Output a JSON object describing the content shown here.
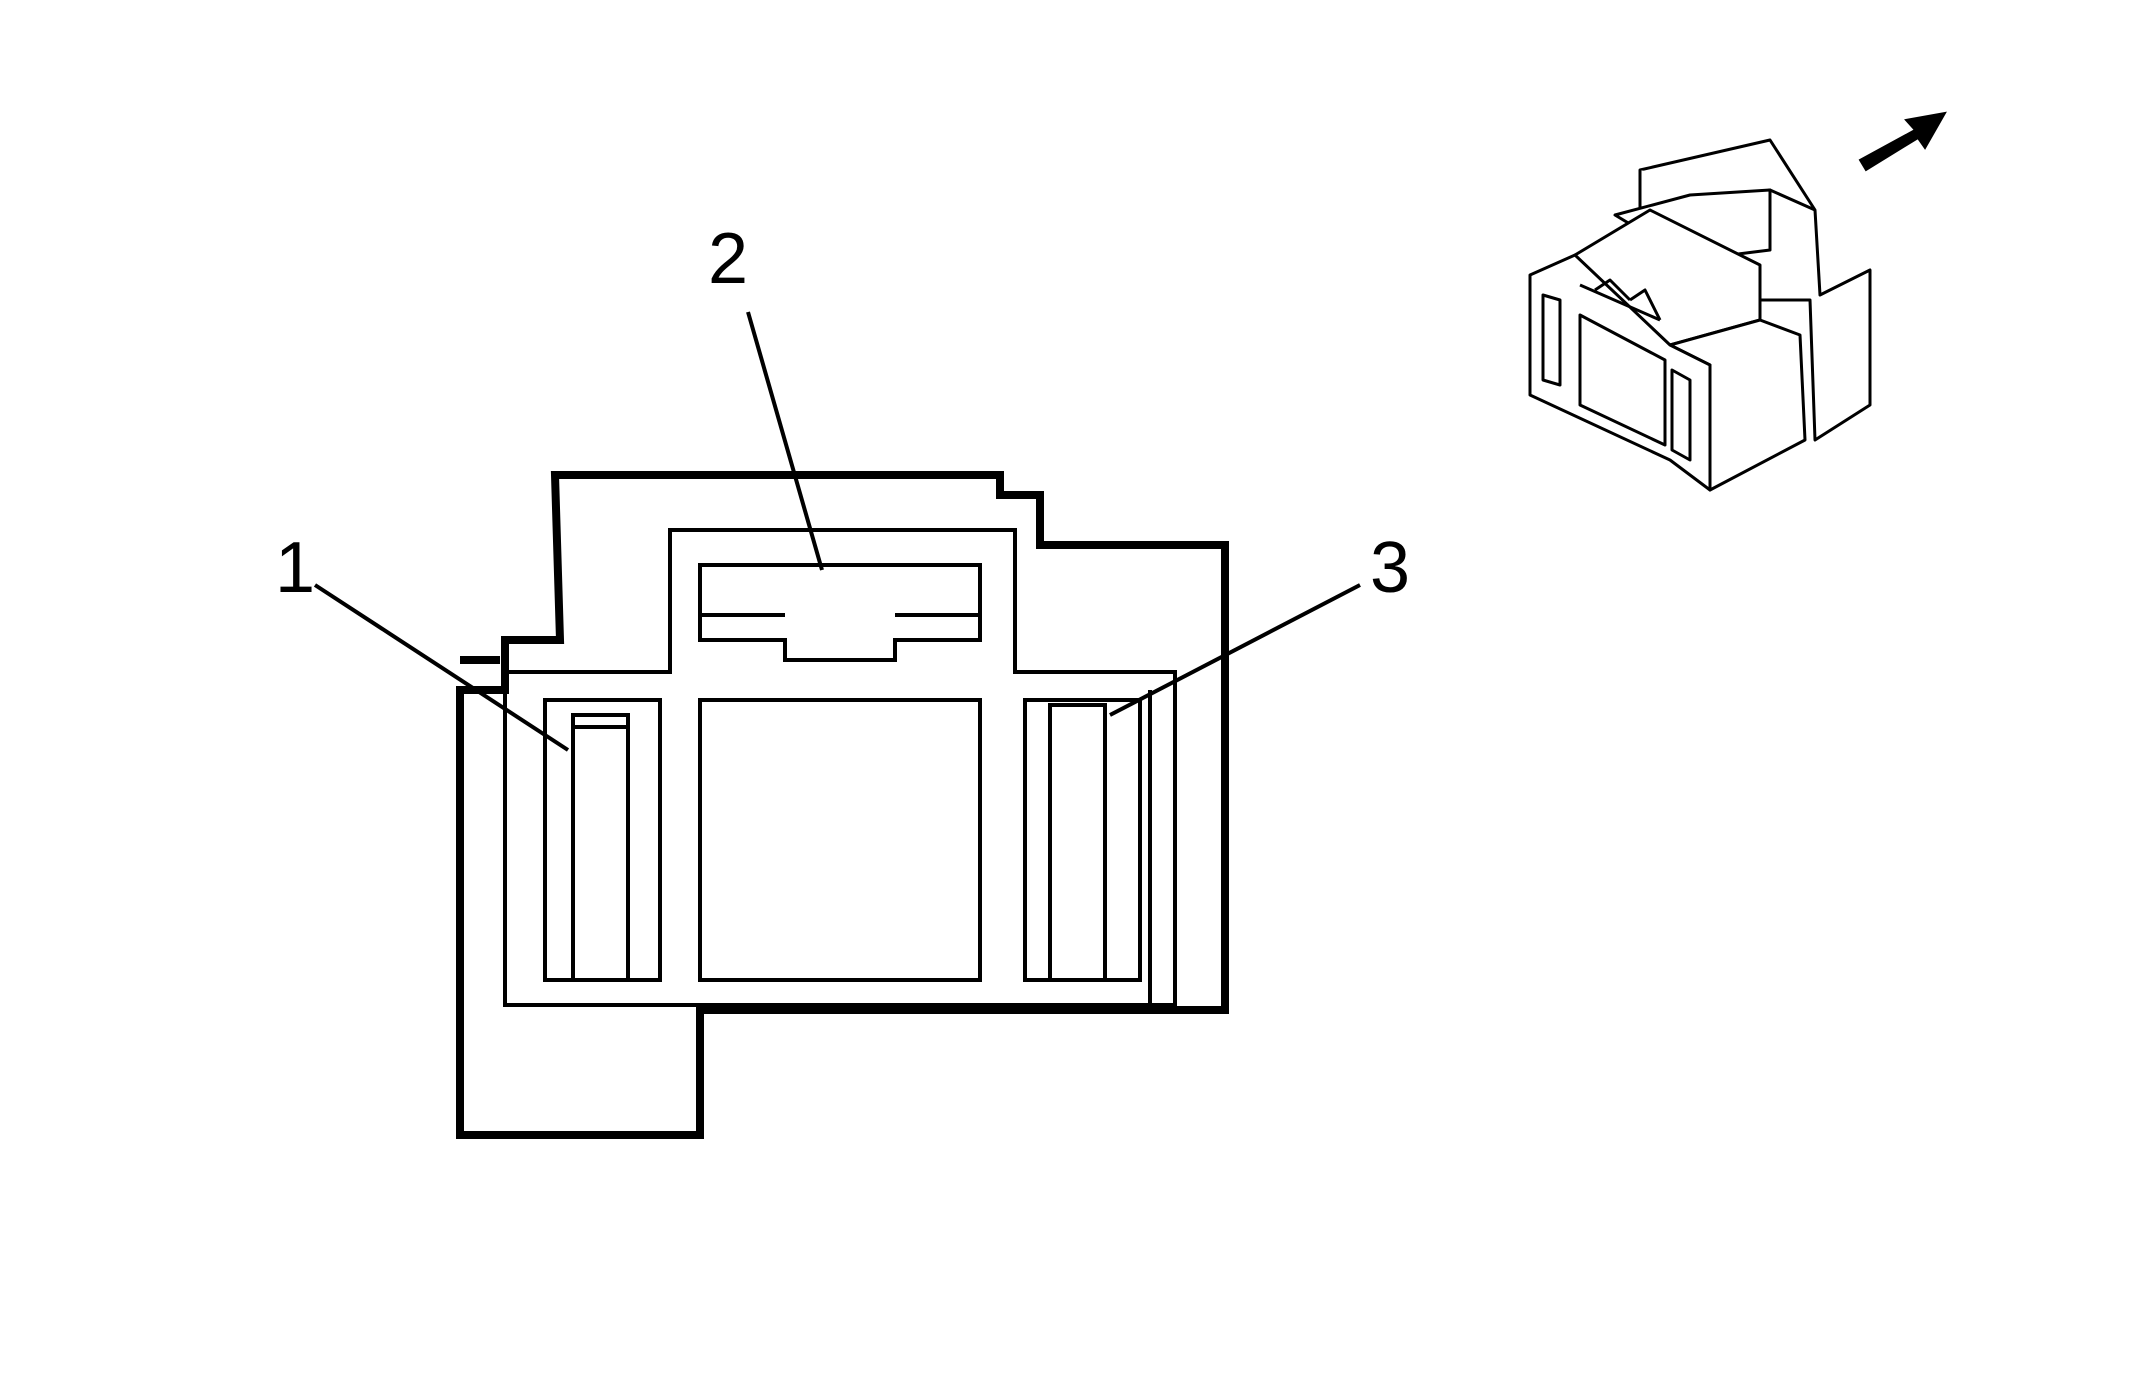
{
  "diagram": {
    "type": "connector-face-view",
    "callouts": [
      {
        "id": "1",
        "label": "1"
      },
      {
        "id": "2",
        "label": "2"
      },
      {
        "id": "3",
        "label": "3"
      }
    ],
    "line_color": "#000000",
    "background_color": "#ffffff"
  }
}
